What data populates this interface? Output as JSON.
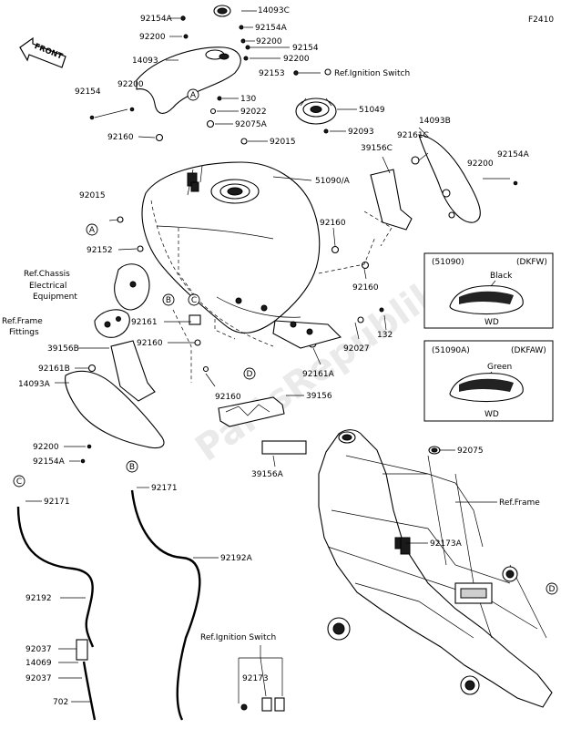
{
  "figure_code": "F2410",
  "front_label": "FRONT",
  "watermark": "PartsRepublik",
  "parts": {
    "p14093c": "14093C",
    "p92154a_1": "92154A",
    "p92200_1": "92200",
    "p92154a_2": "92154A",
    "p92200_2": "92200",
    "p92154_1": "92154",
    "p14093": "14093",
    "p92200_3": "92200",
    "p92153": "92153",
    "ref_ign_1": "Ref.Ignition Switch",
    "p92154_2": "92154",
    "p92200_4": "92200",
    "p130": "130",
    "p92022": "92022",
    "p51049": "51049",
    "p92075a": "92075A",
    "p92160_1": "92160",
    "p92015_1": "92015",
    "p92093": "92093",
    "p14093b": "14093B",
    "p92161c": "92161C",
    "p39156c": "39156C",
    "p92200_5": "92200",
    "p92154a_3": "92154A",
    "p51090a": "51090/A",
    "p92015_2": "92015",
    "p92160_2": "92160",
    "p92152": "92152",
    "ref_chassis_1": "Ref.Chassis",
    "ref_chassis_2": "Electrical",
    "ref_chassis_3": "Equipment",
    "p92160_3": "92160",
    "ref_frame_fit_1": "Ref.Frame",
    "ref_frame_fit_2": "Fittings",
    "p92161": "92161",
    "p92027": "92027",
    "p92160_4": "92160",
    "p132": "132",
    "p39156b": "39156B",
    "p92161b": "92161B",
    "p92161a": "92161A",
    "p92160_5": "92160",
    "p14093a": "14093A",
    "p39156": "39156",
    "p92200_6": "92200",
    "p92154a_4": "92154A",
    "p39156a": "39156A",
    "p92075": "92075",
    "p92171_1": "92171",
    "p92171_2": "92171",
    "ref_frame": "Ref.Frame",
    "p92192a": "92192A",
    "p92173a": "92173A",
    "p92192": "92192",
    "p92037_1": "92037",
    "p14069": "14069",
    "p92037_2": "92037",
    "p702": "702",
    "ref_ign_2": "Ref.Ignition Switch",
    "p92173": "92173"
  },
  "callouts": {
    "A": "A",
    "B": "B",
    "C": "C",
    "D": "D"
  },
  "inset1": {
    "part": "(51090)",
    "variant": "(DKFW)",
    "color": "Black",
    "code": "WD"
  },
  "inset2": {
    "part": "(51090A)",
    "variant": "(DKFAW)",
    "color": "Green",
    "code": "WD"
  }
}
